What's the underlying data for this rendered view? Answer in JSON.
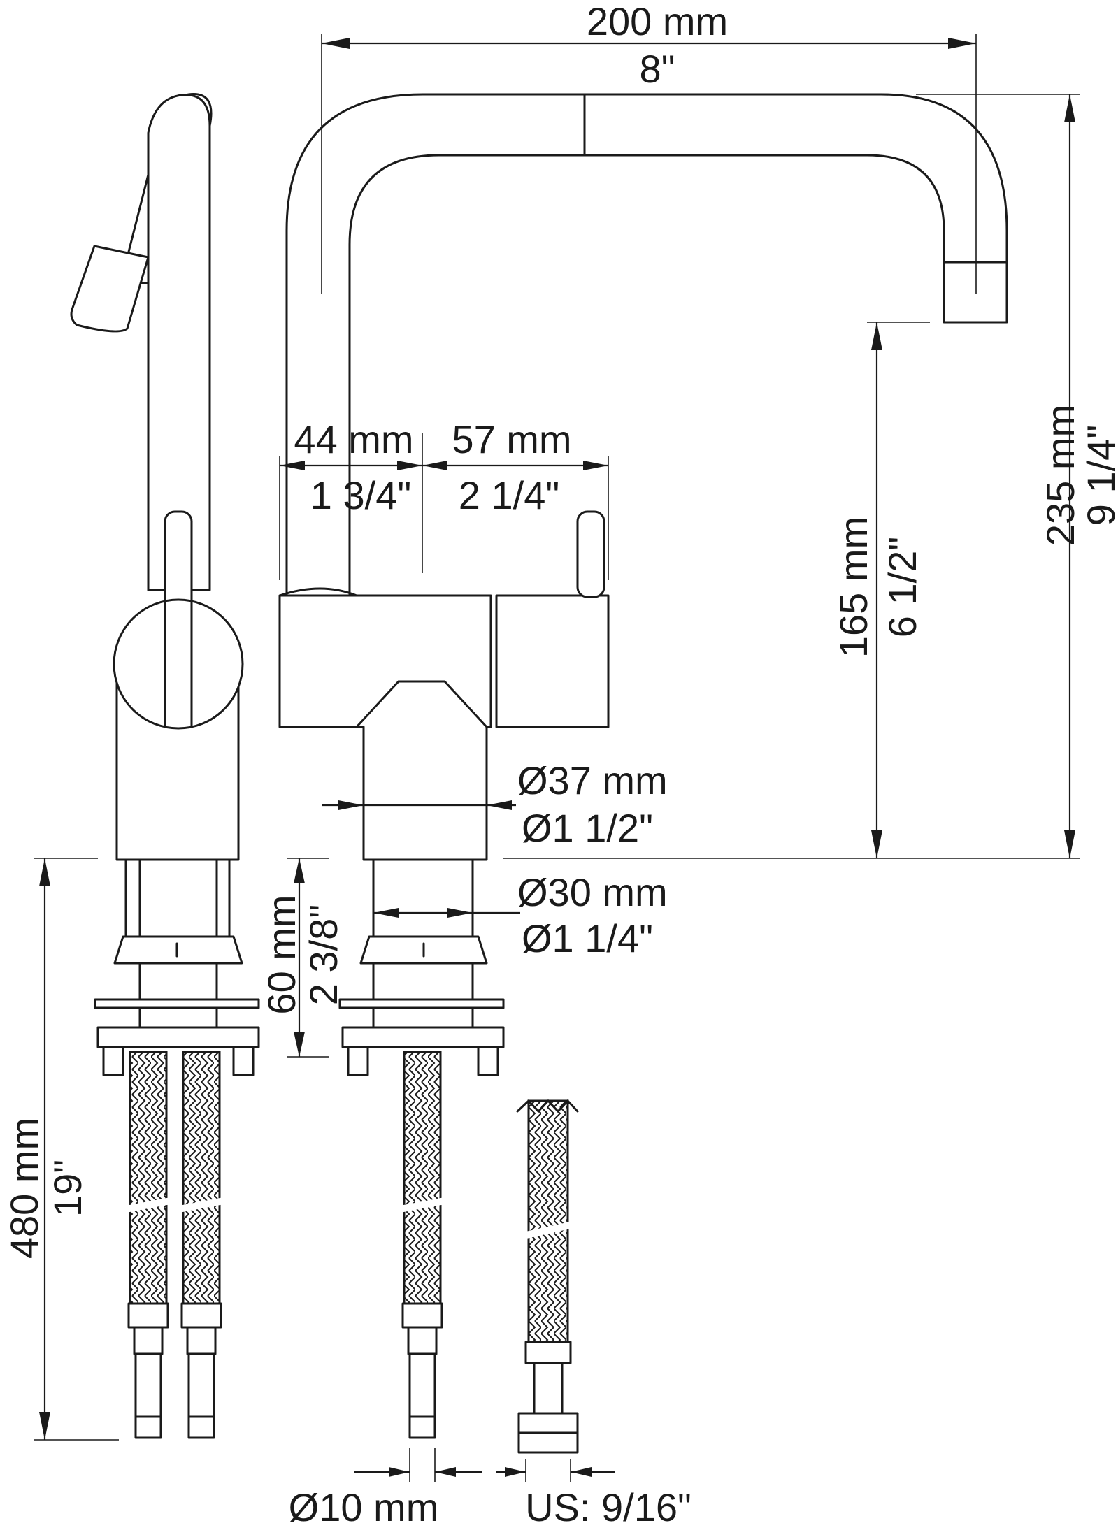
{
  "colors": {
    "line": "#1a1a1a",
    "paper": "#ffffff"
  },
  "dimensions": {
    "overall_width_mm": "200 mm",
    "overall_width_in": "8\"",
    "overall_height_mm": "235 mm",
    "overall_height_in": "9 1/4\"",
    "spout_height_mm": "165 mm",
    "spout_height_in": "6 1/2\"",
    "left_offset_mm": "44 mm",
    "left_offset_in": "1 3/4\"",
    "handle_offset_mm": "57 mm",
    "handle_offset_in": "2 1/4\"",
    "body_diameter_mm": "Ø37 mm",
    "body_diameter_in": "Ø1 1/2\"",
    "shank_diameter_mm": "Ø30 mm",
    "shank_diameter_in": "Ø1 1/4\"",
    "max_deck_mm": "60 mm",
    "max_deck_in": "2 3/8\"",
    "hose_length_mm": "480 mm",
    "hose_length_in": "19\"",
    "tube_diameter_mm": "Ø10 mm",
    "connector_size": "US: 9/16\""
  }
}
